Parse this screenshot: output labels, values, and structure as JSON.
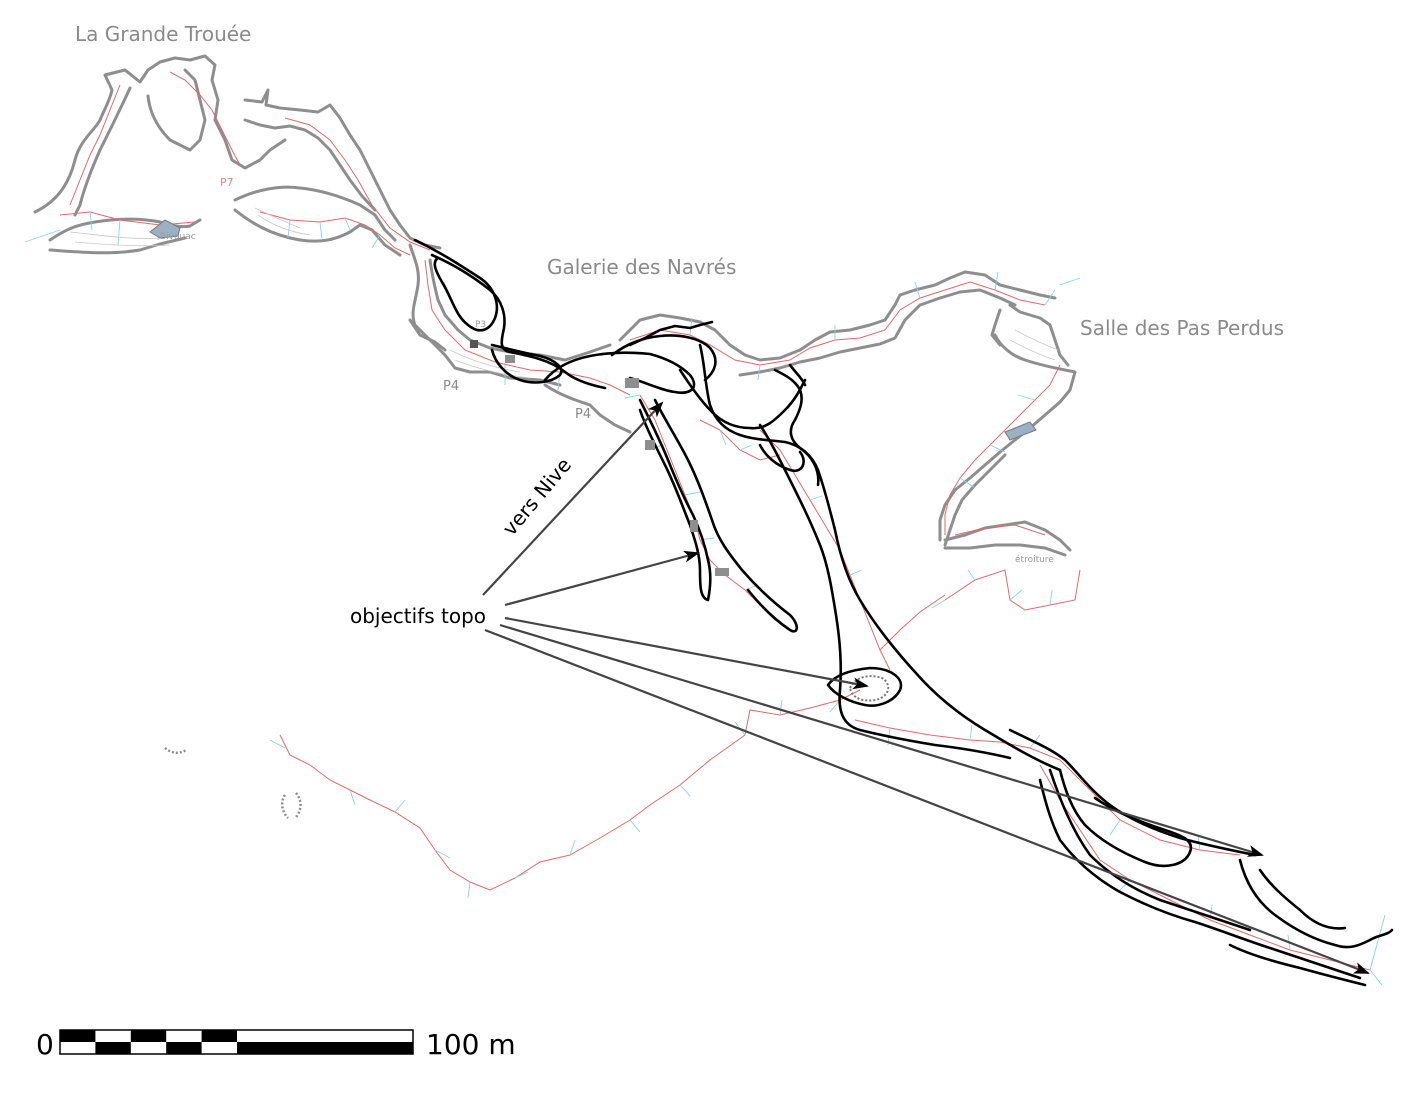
{
  "title": "",
  "labels": {
    "grande_trouee": "La Grande Trouée",
    "navres": "Galerie des Navrés",
    "pas_perdus": "Salle des Pas Perdus",
    "bivouac": "Bivouac",
    "etroiture": "étroiture",
    "p7": "P7",
    "p4a": "P4",
    "p4b": "P4",
    "p_small": "P3",
    "vers_nive": "vers Nive",
    "objectifs": "objectifs topo"
  },
  "scale": {
    "start_label": "0",
    "end_label": "100 m",
    "segments": 10
  },
  "colors": {
    "old_survey_walls": "#8e8e8e",
    "new_sketch_walls": "#000000",
    "survey_legs": "#e06a6a",
    "splays": "#7fd6e6",
    "pointer_lines": "#444444"
  }
}
